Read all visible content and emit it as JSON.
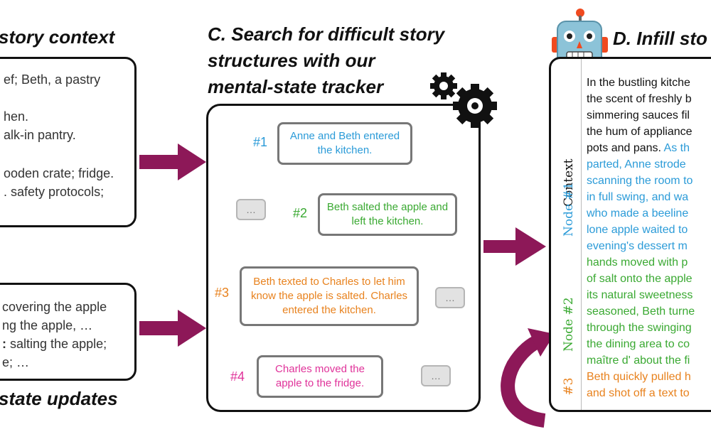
{
  "colors": {
    "blue": "#2b9bd8",
    "green": "#3aa932",
    "orange": "#e8821e",
    "pink": "#e0339a",
    "arrow": "#8d1858"
  },
  "left": {
    "heading_top": "story context",
    "context_lines": [
      "ef; Beth, a pastry",
      "hen.",
      "alk-in pantry.",
      "ooden crate; fridge.",
      ". safety protocols;"
    ],
    "updates_lines": [
      "covering the apple",
      "ng the apple, …",
      ":",
      " salting the apple;",
      "e; …"
    ],
    "heading_bottom": "state updates"
  },
  "search": {
    "heading_lines": [
      "C. Search for difficult story",
      "structures with our",
      "mental-state tracker"
    ],
    "gear_icon": "gear-icon",
    "nodes": [
      {
        "label": "#1",
        "text": "Anne and Beth entered the kitchen."
      },
      {
        "label": "#2",
        "text": "Beth salted the apple and left the kitchen."
      },
      {
        "label": "#3",
        "text": "Beth texted to Charles to let him know the apple is salted. Charles entered the kitchen."
      },
      {
        "label": "#4",
        "text": "Charles moved the apple to the fridge."
      }
    ],
    "ellipsis": "…"
  },
  "infill": {
    "heading": "D. Infill sto",
    "robot_icon": "robot-icon",
    "labels": [
      "Context",
      "Node #1",
      "Node #2",
      "#3"
    ],
    "story": [
      {
        "seg": "ctx",
        "text": "In the bustling kitche"
      },
      {
        "seg": "ctx",
        "text": "the scent of freshly b"
      },
      {
        "seg": "ctx",
        "text": "simmering sauces fil"
      },
      {
        "seg": "ctx",
        "text": "the hum of appliance"
      },
      {
        "seg": "mixed",
        "a": "pots and pans. ",
        "b": "As th"
      },
      {
        "seg": "n1",
        "text": "parted, Anne strode"
      },
      {
        "seg": "n1",
        "text": "scanning the room to"
      },
      {
        "seg": "n1",
        "text": "in full swing, and wa"
      },
      {
        "seg": "n1",
        "text": "who made a beeline"
      },
      {
        "seg": "n1",
        "text": "lone apple waited to"
      },
      {
        "seg": "n1",
        "text": "evening's dessert m"
      },
      {
        "seg": "n2",
        "text": "hands moved with p"
      },
      {
        "seg": "n2",
        "text": "of salt onto the apple"
      },
      {
        "seg": "n2",
        "text": "its natural sweetness"
      },
      {
        "seg": "n2",
        "text": "seasoned, Beth turne"
      },
      {
        "seg": "n2",
        "text": "through the swinging"
      },
      {
        "seg": "n2",
        "text": "the dining area to co"
      },
      {
        "seg": "n2",
        "text": "maître d' about the fi"
      },
      {
        "seg": "n3",
        "text": "Beth quickly pulled h"
      },
      {
        "seg": "n3",
        "text": "and shot off a text to"
      }
    ]
  }
}
